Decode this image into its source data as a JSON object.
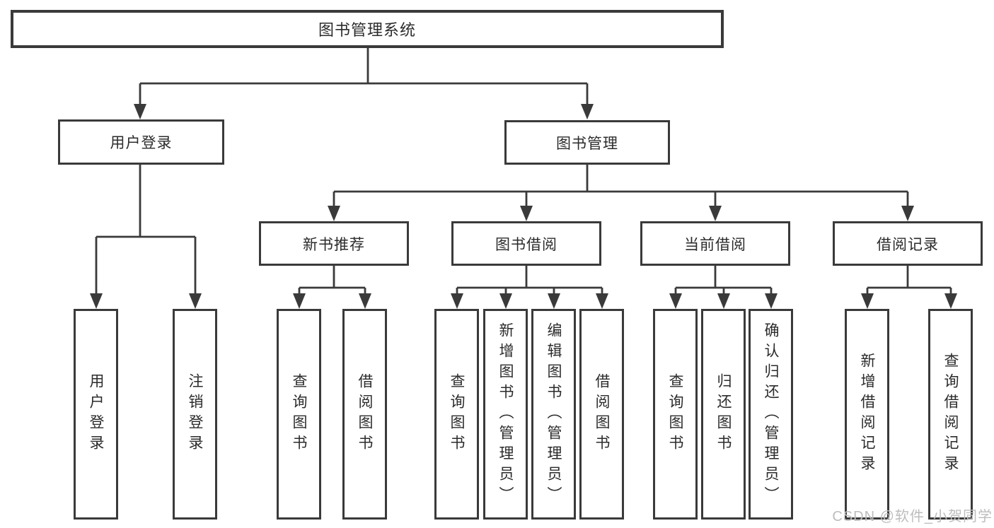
{
  "tree": {
    "label": "图书管理系统",
    "children": [
      {
        "label": "用户登录",
        "children": [
          {
            "label": "用户登录"
          },
          {
            "label": "注销登录"
          }
        ]
      },
      {
        "label": "图书管理",
        "children": [
          {
            "label": "新书推荐",
            "children": [
              {
                "label": "查询图书"
              },
              {
                "label": "借阅图书"
              }
            ]
          },
          {
            "label": "图书借阅",
            "children": [
              {
                "label": "查询图书"
              },
              {
                "label": "新增图书（管理员）"
              },
              {
                "label": "编辑图书（管理员）"
              },
              {
                "label": "借阅图书"
              }
            ]
          },
          {
            "label": "当前借阅",
            "children": [
              {
                "label": "查询图书"
              },
              {
                "label": "归还图书"
              },
              {
                "label": "确认归还（管理员）"
              }
            ]
          },
          {
            "label": "借阅记录",
            "children": [
              {
                "label": "新增借阅记录"
              },
              {
                "label": "查询借阅记录"
              }
            ]
          }
        ]
      }
    ]
  },
  "watermark": {
    "text": "CSDN @软件_小贺同学"
  },
  "colors": {
    "line": "#3a3a3a",
    "box_border": "#3a3a3a",
    "text": "#2b2b2b",
    "background": "#ffffff",
    "watermark": "#bdbdbd"
  }
}
